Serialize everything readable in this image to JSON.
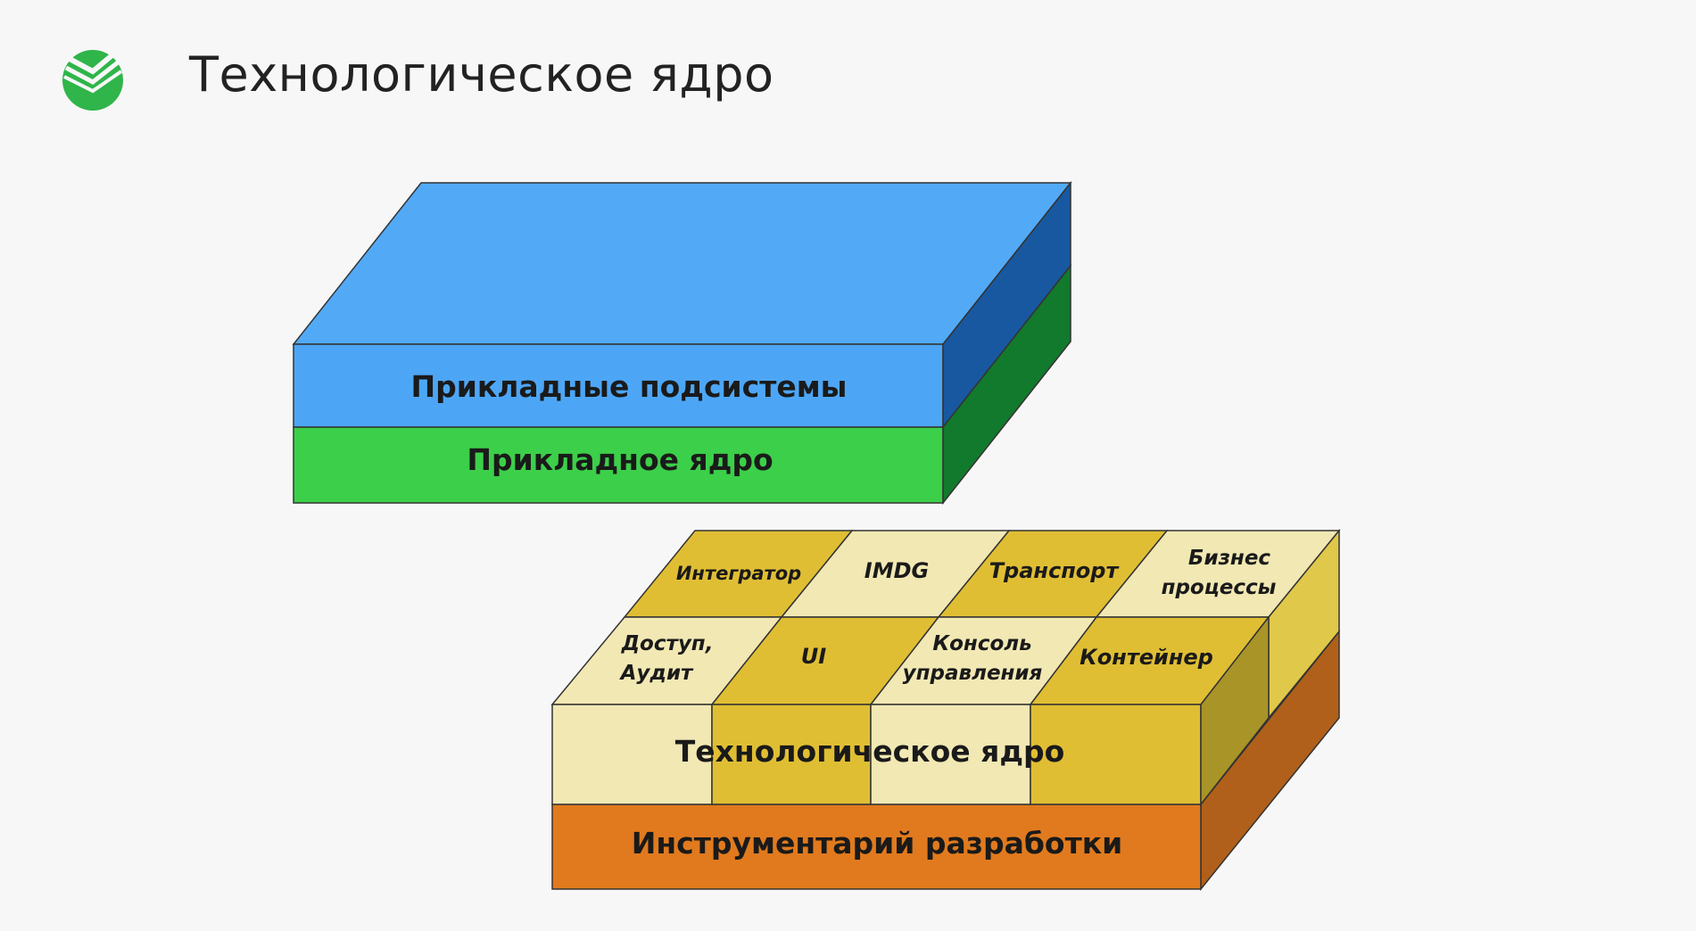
{
  "slide": {
    "title": "Технологическое ядро"
  },
  "upper_block": {
    "top_layer": "Прикладные подсистемы",
    "bottom_layer": "Прикладное  ядро",
    "colors": {
      "blue_front": "#4da6f5",
      "blue_top": "#52aaf7",
      "blue_side": "#1858a0",
      "green_front": "#3ccf4a",
      "green_side": "#127a2c"
    }
  },
  "lower_block": {
    "core_label": "Технологическое ядро",
    "base_label": "Инструментарий разработки",
    "modules_back_row": [
      {
        "label": "Интегратор"
      },
      {
        "label": "IMDG"
      },
      {
        "label": "Транспорт"
      },
      {
        "label": [
          "Бизнес",
          "процессы"
        ]
      }
    ],
    "modules_front_row": [
      {
        "label": [
          "Доступ,",
          "Аудит"
        ]
      },
      {
        "label": "UI"
      },
      {
        "label": [
          "Консоль",
          "управления"
        ]
      },
      {
        "label": "Контейнер"
      }
    ],
    "colors": {
      "gold": "#e0be34",
      "cream": "#f2e8b4",
      "gold_side": "#a99428",
      "gold_side_light": "#e0c84a",
      "orange_front": "#e17a1e",
      "orange_side": "#b0601a"
    }
  }
}
